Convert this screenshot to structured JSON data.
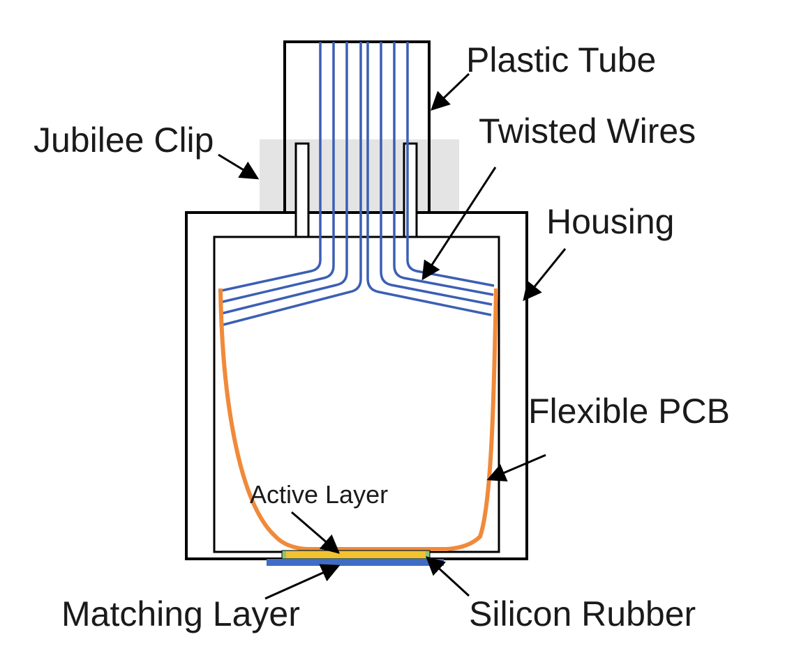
{
  "labels": {
    "plastic_tube": "Plastic Tube",
    "twisted_wires": "Twisted Wires",
    "jubilee_clip": "Jubilee Clip",
    "housing": "Housing",
    "flexible_pcb": "Flexible PCB",
    "active_layer": "Active Layer",
    "matching_layer": "Matching Layer",
    "silicon_rubber": "Silicon Rubber"
  },
  "colors": {
    "outline": "#000000",
    "wire": "#3b5fb4",
    "pcb": "#f08a3a",
    "clip": "#e4e4e4",
    "active_layer": "#f2c232",
    "matching_layer": "#3f6cc6",
    "silicon_rubber": "#8fc47a"
  }
}
